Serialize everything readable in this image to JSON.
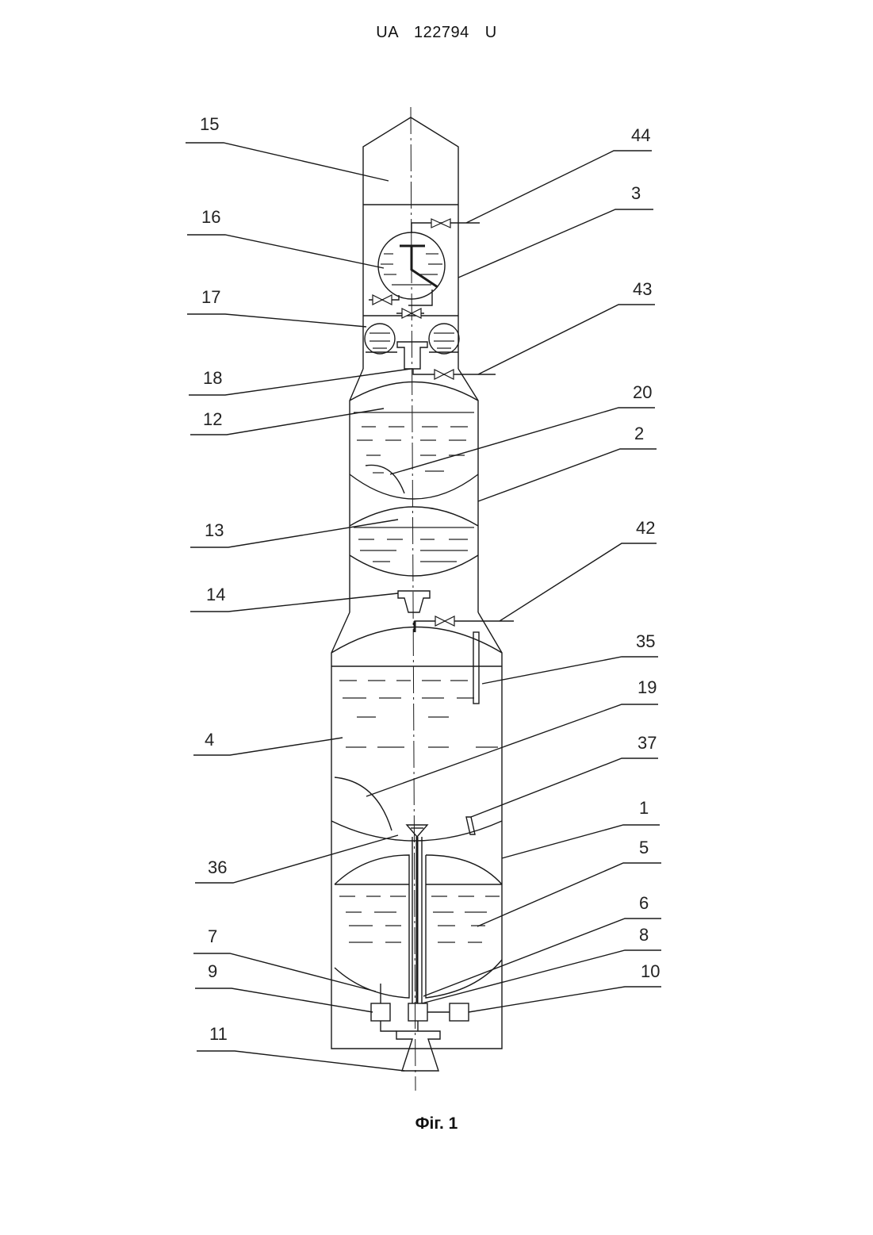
{
  "header": {
    "doc_number": "UA   122794   U"
  },
  "caption": "Фіг. 1",
  "labels": {
    "l15": "15",
    "l16": "16",
    "l17": "17",
    "l18": "18",
    "l12": "12",
    "l13": "13",
    "l14": "14",
    "l4": "4",
    "l36": "36",
    "l7": "7",
    "l9": "9",
    "l11": "11",
    "l44": "44",
    "l3": "3",
    "l43": "43",
    "l20": "20",
    "l2": "2",
    "l42": "42",
    "l35": "35",
    "l19": "19",
    "l37": "37",
    "l1": "1",
    "l5": "5",
    "l6": "6",
    "l8": "8",
    "l10": "10"
  }
}
